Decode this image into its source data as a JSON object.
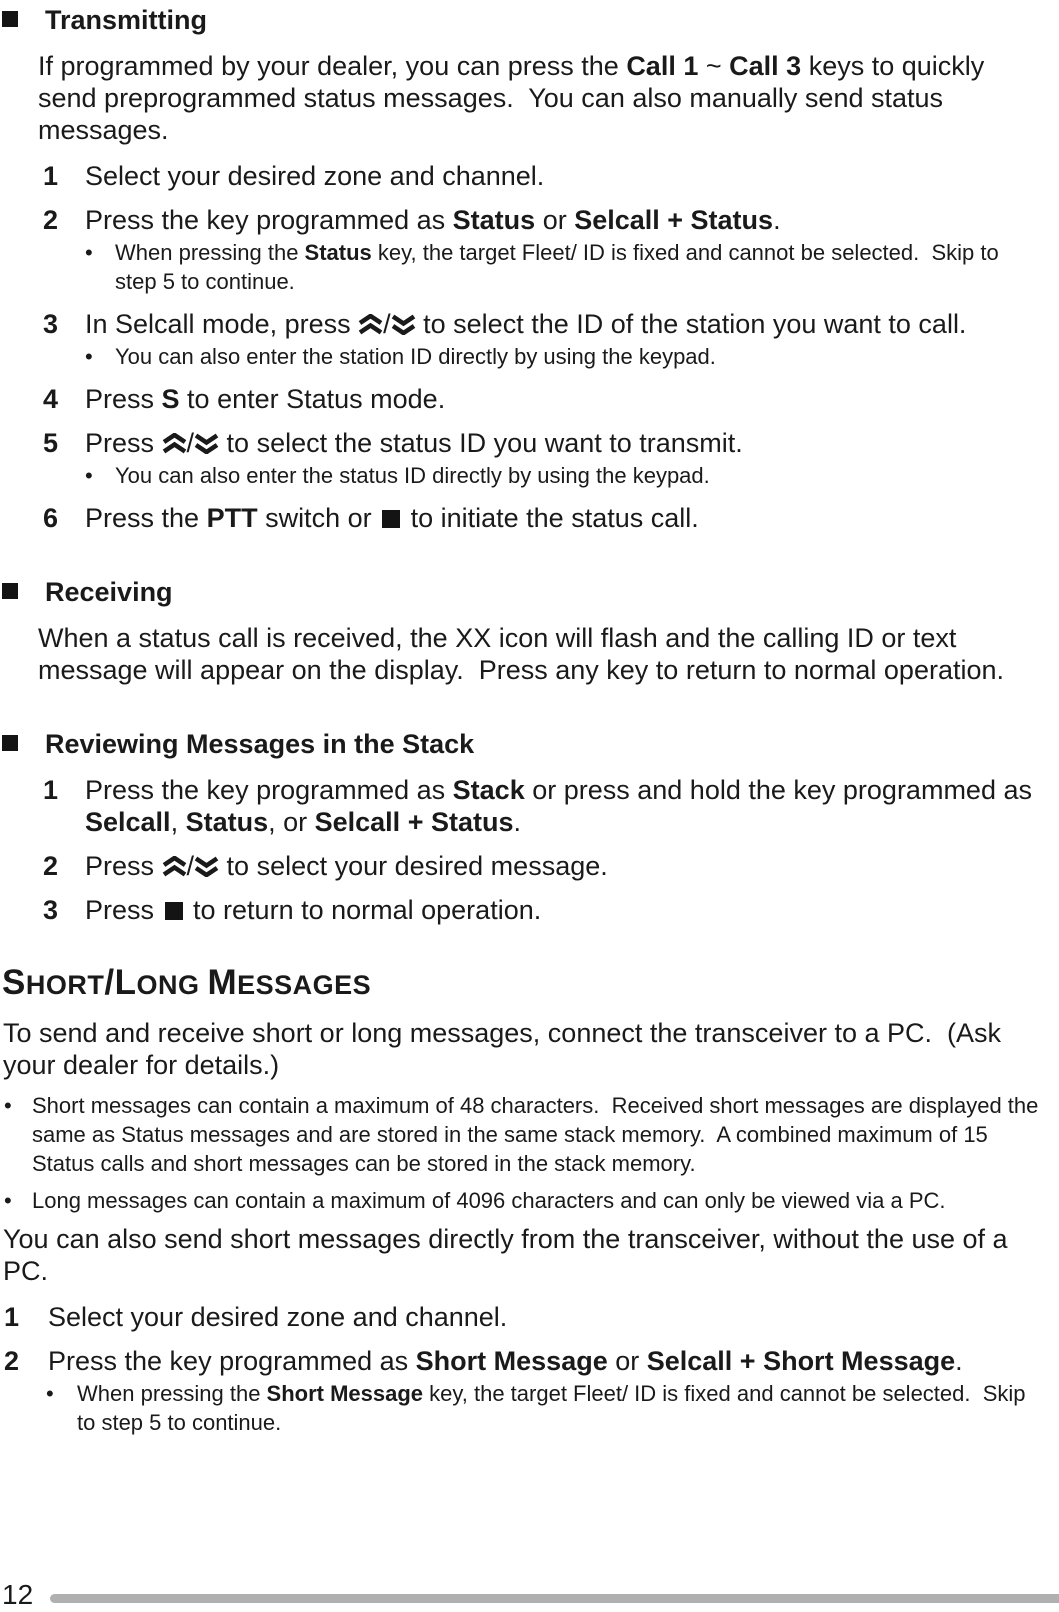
{
  "colors": {
    "text": "#1a1a1a",
    "footer_bar": "#b0b0b0"
  },
  "glyphs": {
    "bullet": "•",
    "slash": "/"
  },
  "icons": {
    "scroll_up": "double-chevron-up",
    "scroll_down": "double-chevron-down",
    "square_key": "filled-square-key"
  },
  "transmitting": {
    "title": "Transmitting",
    "intro": {
      "t1": "If programmed by your dealer, you can press the ",
      "b1": "Call 1",
      "t2": " ~ ",
      "b2": "Call 3",
      "t3": " keys to quickly send preprogrammed status messages.  You can also manually send status messages."
    },
    "s1": {
      "num": "1",
      "text": "Select your desired zone and channel."
    },
    "s2": {
      "num": "2",
      "t1": "Press the key programmed as ",
      "b1": "Status",
      "t2": " or ",
      "b2": "Selcall + Status",
      "t3": "."
    },
    "s2_note": {
      "t1": "When pressing the ",
      "b1": "Status",
      "t2": " key, the target Fleet/ ID is fixed and cannot be selected.  Skip to step 5 to continue."
    },
    "s3": {
      "num": "3",
      "t1": "In Selcall mode, press ",
      "t2": " to select the ID of the station you want to call."
    },
    "s3_note": {
      "t1": "You can also enter the station ID directly by using the keypad."
    },
    "s4": {
      "num": "4",
      "t1": "Press ",
      "b1": "S",
      "t2": " to enter Status mode."
    },
    "s5": {
      "num": "5",
      "t1": "Press ",
      "t2": " to select the status ID you want to transmit."
    },
    "s5_note": {
      "t1": "You can also enter the status ID directly by using the keypad."
    },
    "s6": {
      "num": "6",
      "t1": "Press the ",
      "b1": "PTT",
      "t2": " switch or ",
      "t3": " to initiate the status call."
    }
  },
  "receiving": {
    "title": "Receiving",
    "body": "When a status call is received, the XX icon will flash and the calling ID or text message will appear on the display.  Press any key to return to normal operation."
  },
  "reviewing": {
    "title": "Reviewing Messages in the Stack",
    "s1": {
      "num": "1",
      "t1": "Press the key programmed as ",
      "b1": "Stack",
      "t2": " or press and hold the key programmed as ",
      "b2": "Selcall",
      "t3": ", ",
      "b3": "Status",
      "t4": ", or ",
      "b4": "Selcall + Status",
      "t5": "."
    },
    "s2": {
      "num": "2",
      "t1": "Press ",
      "t2": " to select your desired message."
    },
    "s3": {
      "num": "3",
      "t1": "Press ",
      "t2": " to return to normal operation."
    }
  },
  "short_long": {
    "heading": {
      "p1": "S",
      "p2": "HORT",
      "p3": "/L",
      "p4": "ONG ",
      "p5": "M",
      "p6": "ESSAGES"
    },
    "intro": "To send and receive short or long messages, connect the transceiver to a PC.  (Ask your dealer for details.)",
    "bullet1": "Short messages can contain a maximum of 48 characters.  Received short messages are displayed the same as Status messages and are stored in the same stack memory.  A combined maximum of 15 Status calls and short messages can be stored in the stack memory.",
    "bullet2": "Long messages can contain a maximum of 4096 characters and can only be viewed via a PC.",
    "para2": "You can also send short messages directly from the transceiver, without the use of a PC.",
    "s1": {
      "num": "1",
      "text": "Select your desired zone and channel."
    },
    "s2": {
      "num": "2",
      "t1": "Press the key programmed as ",
      "b1": "Short Message",
      "t2": " or ",
      "b2": "Selcall + Short Message",
      "t3": "."
    },
    "s2_note": {
      "t1": "When pressing the ",
      "b1": "Short Message",
      "t2": " key, the target Fleet/ ID is fixed and cannot be selected.  Skip to step 5 to continue."
    }
  },
  "footer": {
    "page_number": "12"
  }
}
